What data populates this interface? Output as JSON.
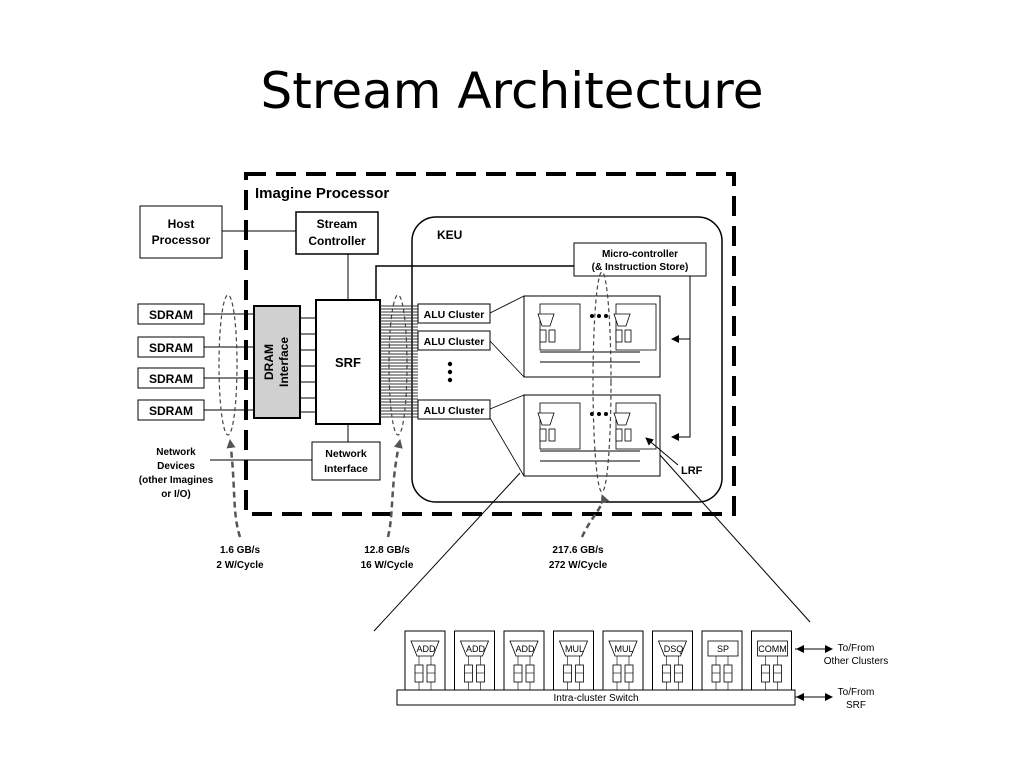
{
  "slide": {
    "title": "Stream Architecture"
  },
  "diagram": {
    "imagine_label": "Imagine Processor",
    "host_line1": "Host",
    "host_line2": "Processor",
    "stream_line1": "Stream",
    "stream_line2": "Controller",
    "keu": "KEU",
    "micro_line1": "Micro-controller",
    "micro_line2": "(& Instruction Store)",
    "sdram": "SDRAM",
    "dram_line1": "DRAM",
    "dram_line2": "Interface",
    "srf": "SRF",
    "alu_cluster": "ALU Cluster",
    "net_line1": "Network",
    "net_line2": "Interface",
    "netdev_lines": [
      "Network",
      "Devices",
      "(other Imagines",
      "or I/O)"
    ],
    "lrf": "LRF",
    "bw1_line1": "1.6 GB/s",
    "bw1_line2": "2 W/Cycle",
    "bw2_line1": "12.8 GB/s",
    "bw2_line2": "16 W/Cycle",
    "bw3_line1": "217.6 GB/s",
    "bw3_line2": "272 W/Cycle",
    "switch": "Intra-cluster Switch",
    "units": [
      "ADD",
      "ADD",
      "ADD",
      "MUL",
      "MUL",
      "DSQ",
      "SP",
      "COMM"
    ],
    "to_clusters_line1": "To/From",
    "to_clusters_line2": "Other Clusters",
    "to_srf_line1": "To/From",
    "to_srf_line2": "SRF"
  }
}
